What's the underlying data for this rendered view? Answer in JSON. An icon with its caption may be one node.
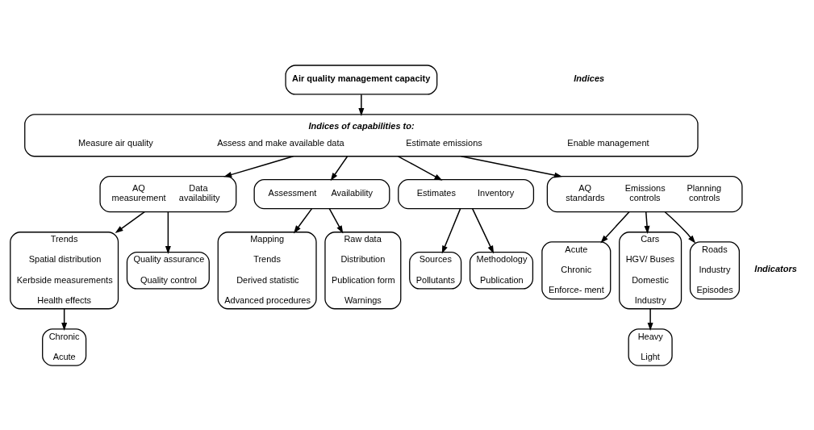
{
  "diagram": {
    "nodes": [
      {
        "text": [
          "Air quality management capacity"
        ]
      },
      {
        "text": [
          "Indices of capabilities to:",
          "Measure air quality",
          "Assess and make available data",
          "Estimate emissions",
          "Enable management"
        ]
      },
      {
        "text": [
          "AQ measurement",
          "Data availability"
        ]
      },
      {
        "text": [
          "Assessment",
          "Availability"
        ]
      },
      {
        "text": [
          "Estimates",
          "Inventory"
        ]
      },
      {
        "text": [
          "AQ standards",
          "Emissions controls",
          "Planning controls"
        ]
      },
      {
        "text": [
          "Trends",
          "Spatial distribution",
          "Kerbside measurements",
          "Health effects"
        ]
      },
      {
        "text": [
          "Quality assurance",
          "Quality control"
        ]
      },
      {
        "text": [
          "Mapping",
          "Trends",
          "Derived statistic",
          "Advanced procedures"
        ]
      },
      {
        "text": [
          "Raw data",
          "Distribution",
          "Publication form",
          "Warnings"
        ]
      },
      {
        "text": [
          "Sources",
          "Pollutants"
        ]
      },
      {
        "text": [
          "Methodology",
          "Publication"
        ]
      },
      {
        "text": [
          "Acute",
          "Chronic",
          "Enforce- ment"
        ]
      },
      {
        "text": [
          "Cars",
          "HGV/ Buses",
          "Domestic",
          "Industry"
        ]
      },
      {
        "text": [
          "Roads",
          "Industry",
          "Episodes"
        ]
      },
      {
        "text": [
          "Chronic",
          "Acute"
        ]
      },
      {
        "text": [
          "Heavy",
          "Light"
        ]
      }
    ],
    "edges": [
      {
        "from": 0,
        "to": 1,
        "arrow": "to"
      },
      {
        "from": 1,
        "to": 2,
        "arrow": "to"
      },
      {
        "from": 1,
        "to": 3,
        "arrow": "to"
      },
      {
        "from": 1,
        "to": 4,
        "arrow": "to"
      },
      {
        "from": 1,
        "to": 5,
        "arrow": "to"
      },
      {
        "from": 2,
        "to": 6,
        "arrow": "to"
      },
      {
        "from": 2,
        "to": 7,
        "arrow": "to"
      },
      {
        "from": 3,
        "to": 8,
        "arrow": "to"
      },
      {
        "from": 3,
        "to": 9,
        "arrow": "to"
      },
      {
        "from": 4,
        "to": 10,
        "arrow": "to"
      },
      {
        "from": 4,
        "to": 11,
        "arrow": "to"
      },
      {
        "from": 5,
        "to": 12,
        "arrow": "to"
      },
      {
        "from": 5,
        "to": 13,
        "arrow": "to"
      },
      {
        "from": 5,
        "to": 14,
        "arrow": "to"
      },
      {
        "from": 6,
        "to": 15,
        "arrow": "to"
      },
      {
        "from": 13,
        "to": 16,
        "arrow": "to"
      }
    ],
    "labels": [
      "Indices",
      "Indicators"
    ]
  }
}
